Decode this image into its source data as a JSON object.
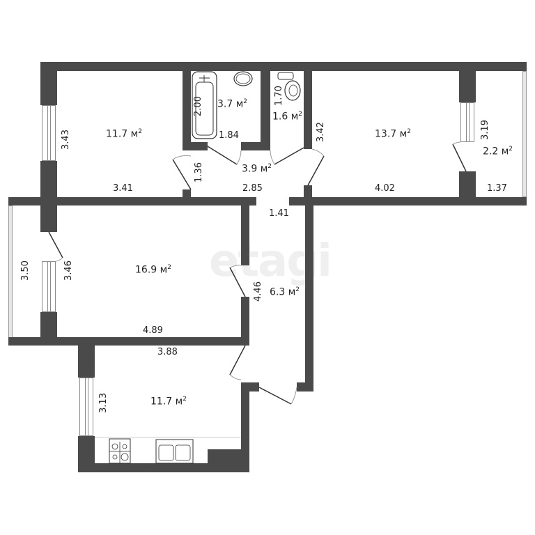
{
  "plan": {
    "watermark": "etagi",
    "colors": {
      "wall": "#4a4a4a",
      "background": "#ffffff",
      "window": "#8a8a8a"
    },
    "unit_symbol": "м",
    "rooms": [
      {
        "id": "bedroom-1",
        "area": "11.7 м",
        "dims": {
          "width": "3.41",
          "height": "3.43"
        }
      },
      {
        "id": "bathroom",
        "area": "3.7 м",
        "dims": {
          "width": "1.84",
          "height": "2.00"
        }
      },
      {
        "id": "toilet",
        "area": "1.6 м",
        "dims": {
          "height": "1.70"
        }
      },
      {
        "id": "hall",
        "area": "3.9 м",
        "dims": {
          "width": "2.85",
          "height": "1.36"
        }
      },
      {
        "id": "bedroom-2",
        "area": "13.7 м",
        "dims": {
          "width": "4.02",
          "height": "3.42"
        }
      },
      {
        "id": "balcony-right",
        "area": "2.2 м",
        "dims": {
          "width": "1.37",
          "height": "3.19"
        }
      },
      {
        "id": "living-room",
        "area": "16.9 м",
        "dims": {
          "width": "4.89",
          "height": "3.46"
        }
      },
      {
        "id": "balcony-left",
        "dims": {
          "height": "3.50"
        }
      },
      {
        "id": "corridor",
        "area": "6.3 м",
        "dims": {
          "width": "1.41",
          "height": "4.46"
        }
      },
      {
        "id": "kitchen",
        "area": "11.7 м",
        "dims": {
          "width": "3.88",
          "height": "3.13"
        }
      }
    ]
  }
}
